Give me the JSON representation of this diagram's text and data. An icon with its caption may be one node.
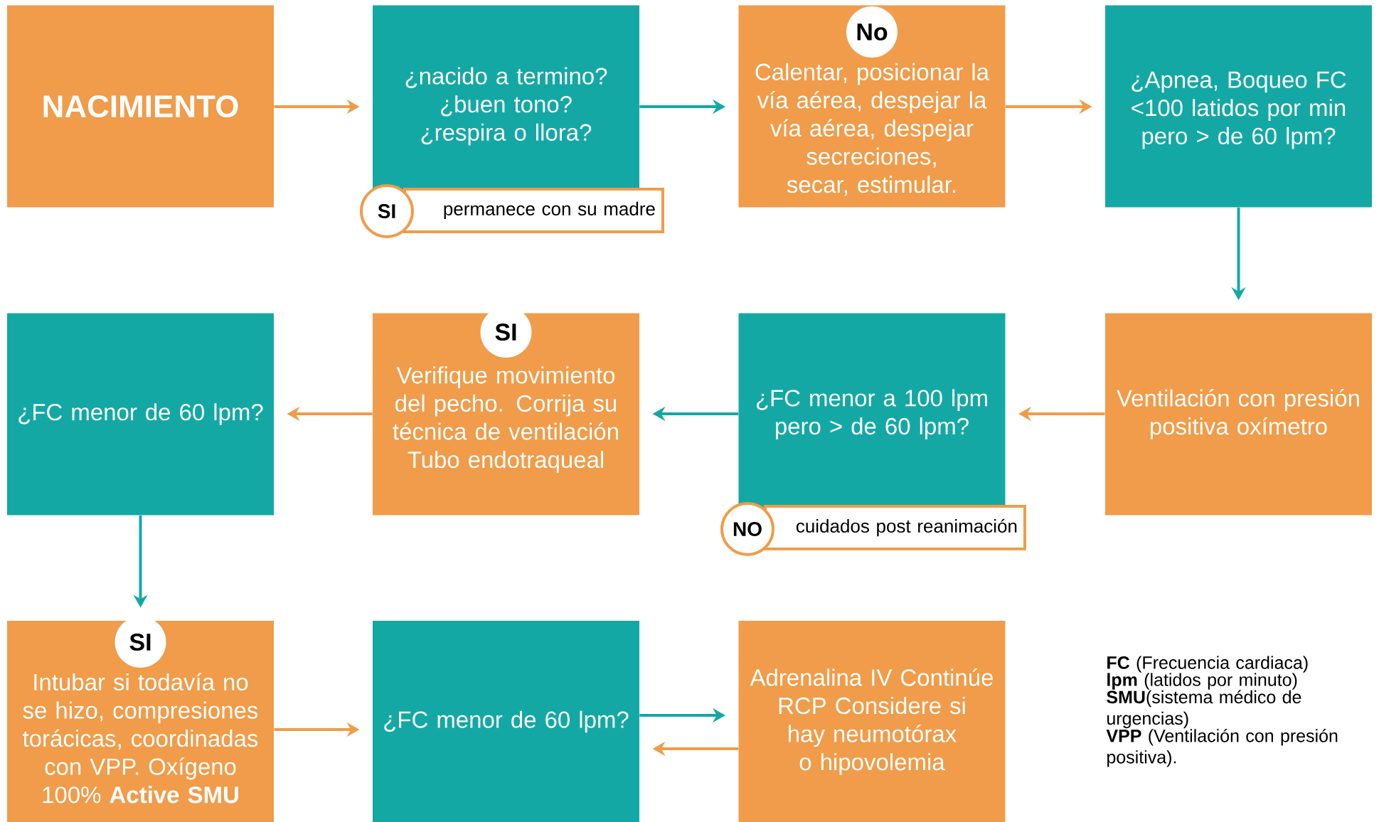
{
  "diagram": {
    "nodes": [
      {
        "text": [
          "NACIMIENTO"
        ]
      },
      {
        "text": [
          "¿nacido a termino? ¿buen tono? ¿respira o llora?"
        ]
      },
      {
        "text": [
          "SI",
          "permanece con su madre"
        ]
      },
      {
        "text": [
          "No",
          "Calentar, posicionar la vía aérea, despejar la vía aérea, despejar secreciones, secar, estimular."
        ]
      },
      {
        "text": [
          "¿Apnea, Boqueo FC <100 latidos por min pero > de 60 lpm?"
        ]
      },
      {
        "text": [
          "Ventilación con presión positiva oxímetro"
        ]
      },
      {
        "text": [
          "¿FC menor a 100 lpm pero > de 60 lpm?"
        ]
      },
      {
        "text": [
          "NO",
          "cuidados post reanimación"
        ]
      },
      {
        "text": [
          "SI",
          "Verifique movimiento del pecho. Corrija su técnica de ventilación Tubo endotraqueal"
        ]
      },
      {
        "text": [
          "¿FC menor de 60 lpm?"
        ]
      },
      {
        "text": [
          "SI",
          "Intubar si todavía no se hizo, compresiones torácicas, coordinadas con VPP. Oxígeno 100% **Active SMU**"
        ]
      },
      {
        "text": [
          "¿FC menor de 60 lpm?"
        ]
      },
      {
        "text": [
          "Adrenalina IV Continúe RCP Considere  si hay neumotórax o hipovolemia"
        ]
      }
    ],
    "edges": [
      {
        "from": 0,
        "to": 1,
        "arrow": "to"
      },
      {
        "from": 1,
        "to": 3,
        "arrow": "to",
        "color": "#14a8a5"
      },
      {
        "from": 3,
        "to": 4,
        "arrow": "to"
      },
      {
        "from": 4,
        "to": 5,
        "arrow": "to",
        "color": "#14a8a5"
      },
      {
        "from": 5,
        "to": 6,
        "arrow": "to"
      },
      {
        "from": 6,
        "to": 8,
        "arrow": "to",
        "color": "#14a8a5"
      },
      {
        "from": 8,
        "to": 9,
        "arrow": "to"
      },
      {
        "from": 9,
        "to": 10,
        "arrow": "to",
        "color": "#14a8a5"
      },
      {
        "from": 10,
        "to": 11,
        "arrow": "to"
      },
      {
        "from": 11,
        "to": 12,
        "arrow": "to",
        "color": "#14a8a5"
      },
      {
        "from": 12,
        "to": 11,
        "arrow": "to"
      }
    ],
    "labels": [
      "**FC** (Frecuencia cardiaca)",
      "**lpm** (latidos por minuto)",
      "**SMU**(sistema médico de urgencias)",
      "**VPP** (Ventilación con presión positiva)."
    ]
  }
}
